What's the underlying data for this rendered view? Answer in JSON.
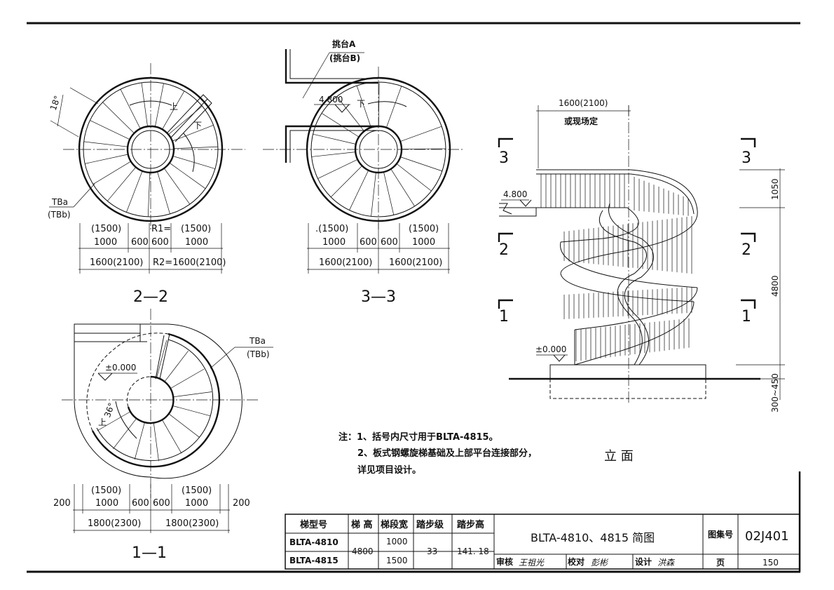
{
  "views": {
    "v22": {
      "title": "2—2",
      "dim_r1": [
        "(1500)",
        "1000",
        "600",
        "R1=",
        "600",
        "(1500)",
        "1000"
      ],
      "dim_r2": [
        "1600(2100)",
        "R2=1600(2100)"
      ],
      "label_tba": "TBa",
      "label_tbb": "(TBb)",
      "angle": "18°",
      "up": "上",
      "down": "下"
    },
    "v33": {
      "title": "3—3",
      "dim_r1": [
        ".(1500)",
        "1000",
        "600",
        "600",
        "(1500)",
        "1000"
      ],
      "dim_r2": [
        "1600(2100)",
        "1600(2100)"
      ],
      "platform_a": "挑台A",
      "platform_b": "(挑台B)",
      "level": "4.800",
      "down": "下"
    },
    "v11": {
      "title": "1—1",
      "dim_r1": [
        "200",
        "(1500)",
        "1000",
        "600",
        "600",
        "(1500)",
        "1000",
        "200"
      ],
      "dim_r2": [
        "1800(2300)",
        "1800(2300)"
      ],
      "label_tba": "TBa",
      "label_tbb": "(TBb)",
      "level": "±0.000",
      "angle": "36°",
      "up": "上"
    },
    "elev": {
      "title": "立 面",
      "top_dim": "1600(2100)",
      "top_note": "或现场定",
      "level_top": "4.800",
      "level_bottom": "±0.000",
      "sec3": "3",
      "sec2": "2",
      "sec1": "1",
      "dim_right": [
        "1050",
        "4800",
        "300~450"
      ]
    }
  },
  "notes": {
    "line1": "注：1、括号内尺寸用于BLTA-4815。",
    "line2": "2、板式钢螺旋梯基础及上部平台连接部分，",
    "line3": "详见项目设计。"
  },
  "title_block": {
    "headers": [
      "梯型号",
      "梯 高",
      "梯段宽",
      "踏步级",
      "踏步高"
    ],
    "rows": [
      {
        "model": "BLTA-4810",
        "width": "1000"
      },
      {
        "model": "BLTA-4815",
        "width": "1500"
      }
    ],
    "height": "4800",
    "steps": "33",
    "step_height": "141. 18",
    "drawing_title": "BLTA-4810、4815 简图",
    "atlas_label": "图集号",
    "atlas_no": "02J401",
    "review": "审核",
    "review_sig": "王祖光",
    "check": "校对",
    "check_sig": "彭彬",
    "design": "设计",
    "design_sig": "洪森",
    "page_label": "页",
    "page_no": "150"
  }
}
